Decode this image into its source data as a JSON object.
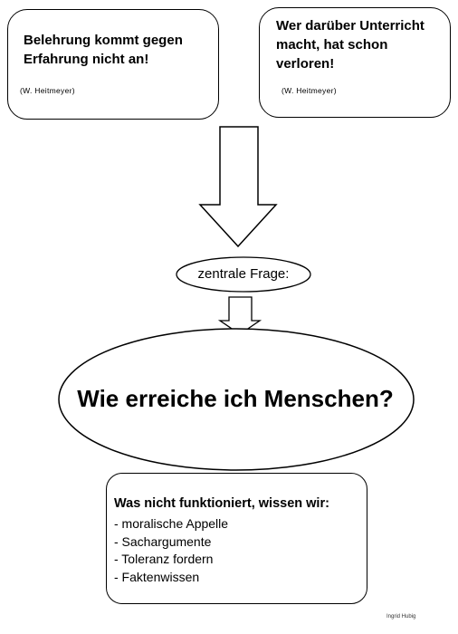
{
  "quotes": [
    {
      "text": "Belehrung kommt gegen\nErfahrung nicht an!",
      "source": "(W. Heitmeyer)"
    },
    {
      "text": "Wer darüber Unterricht\nmacht, hat schon\nverloren!",
      "source": "(W. Heitmeyer)"
    }
  ],
  "central": {
    "label": "zentrale Frage:"
  },
  "question": {
    "text": "Wie erreiche ich Menschen?"
  },
  "list": {
    "heading": "Was nicht funktioniert, wissen wir:",
    "items": [
      "- moralische Appelle",
      "- Sachargumente",
      "- Toleranz fordern",
      "- Faktenwissen"
    ]
  },
  "signature": "Ingrid Hubig"
}
